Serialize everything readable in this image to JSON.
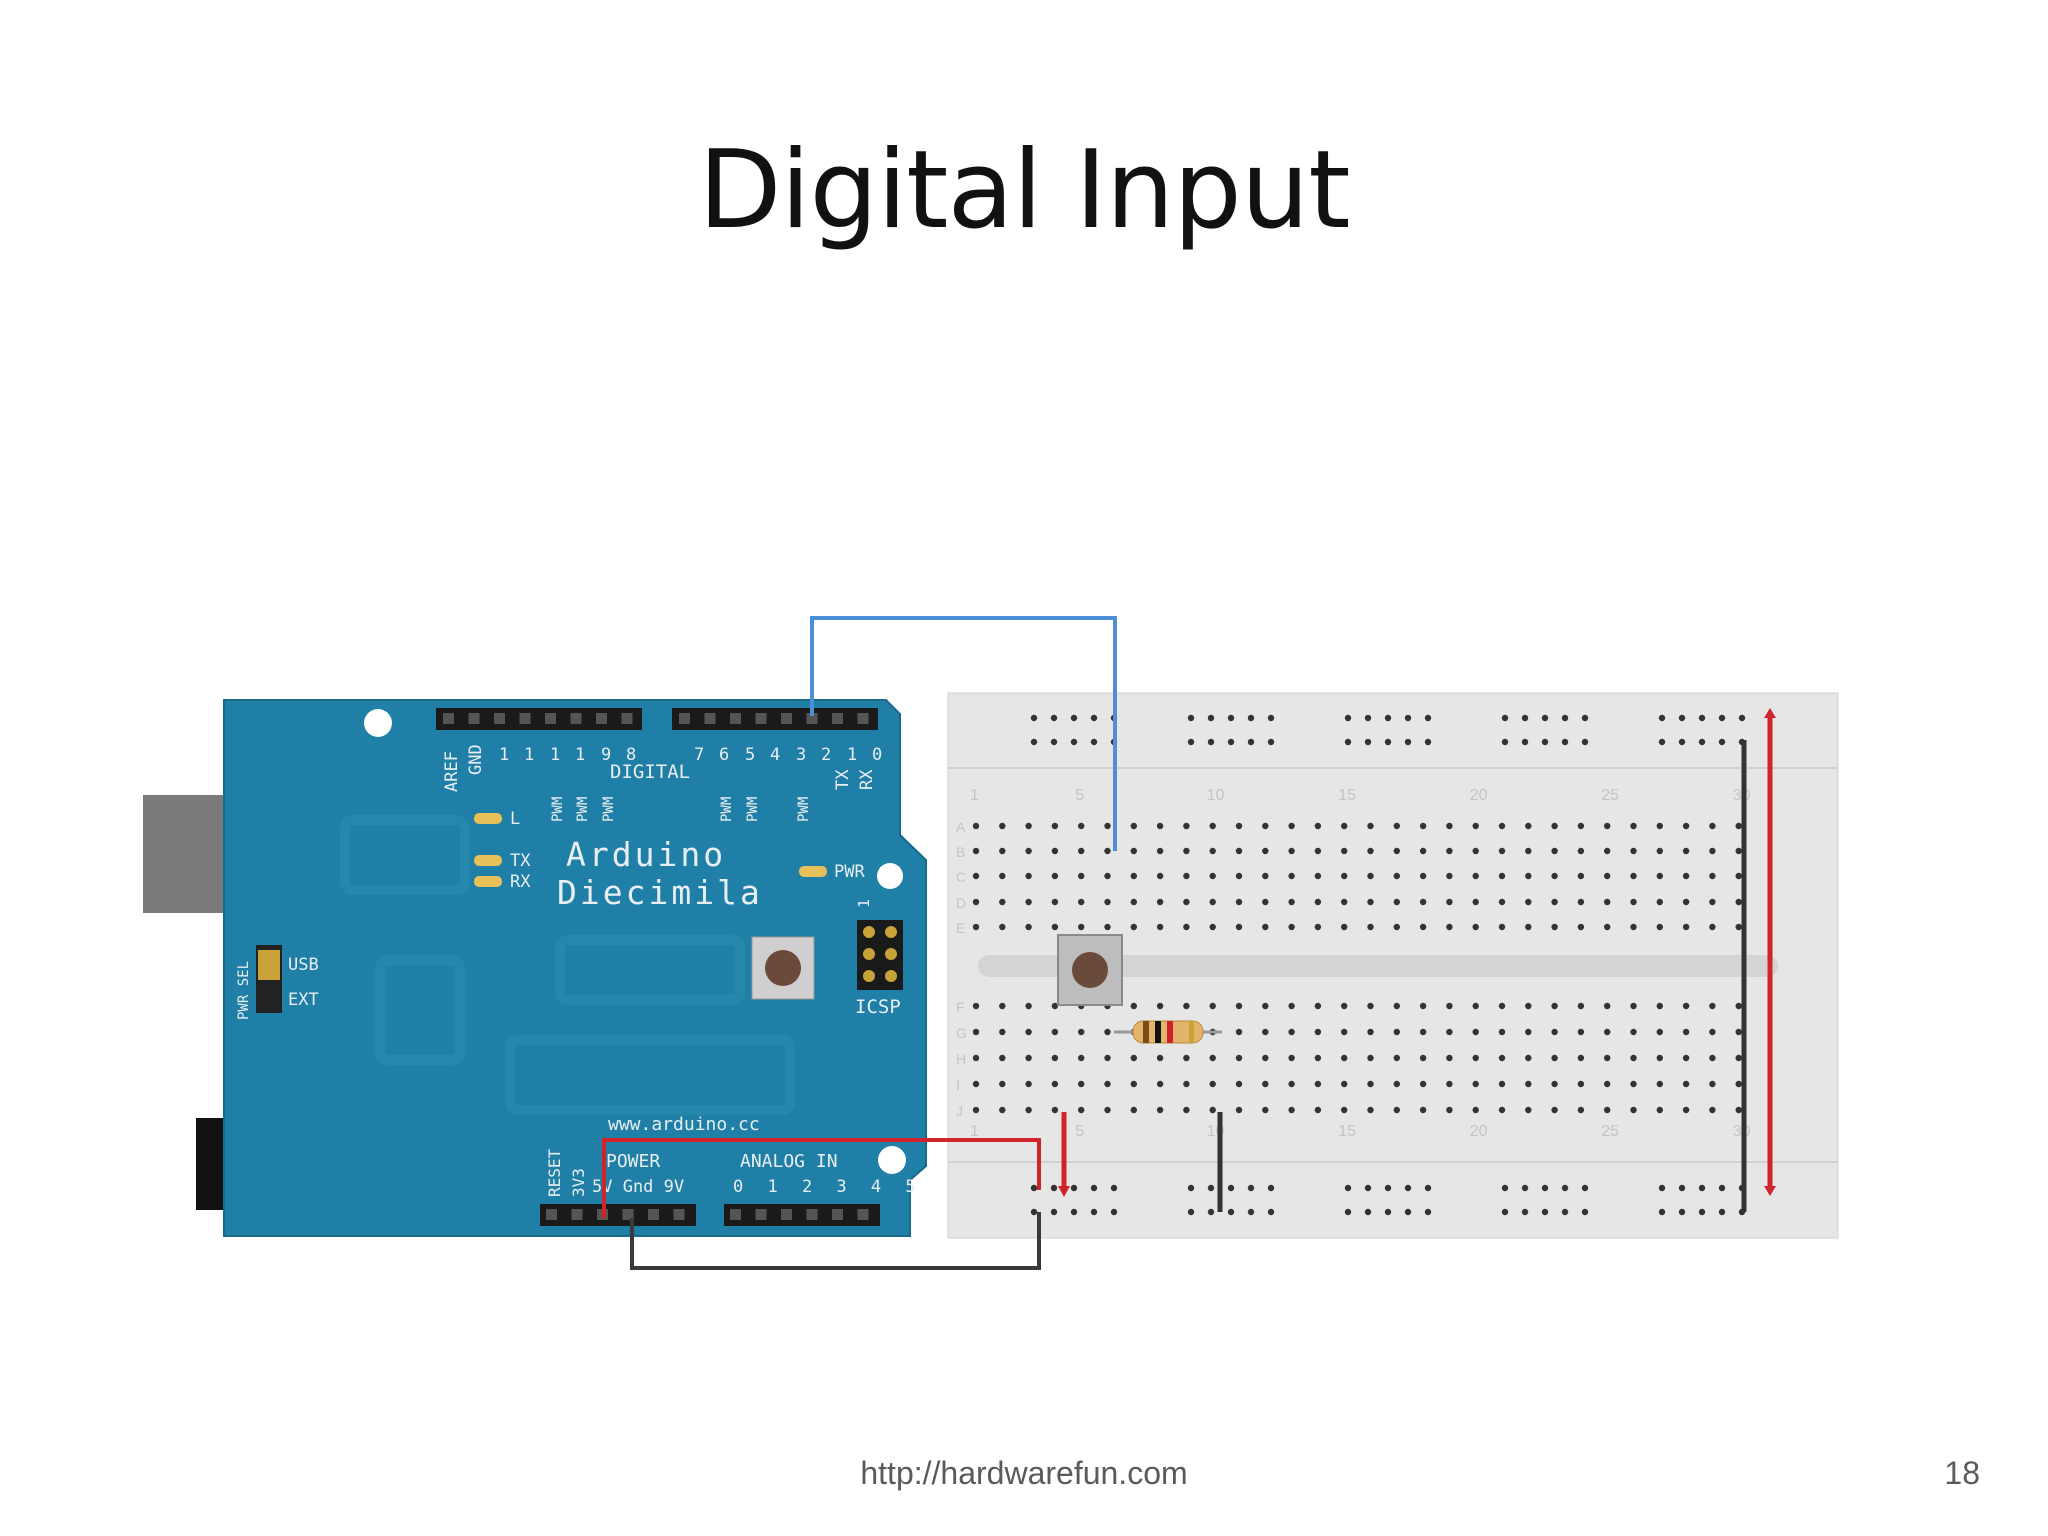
{
  "title": "Digital Input",
  "footer": {
    "url": "http://hardwarefun.com",
    "page": "18"
  },
  "board": {
    "name_line1": "Arduino",
    "name_line2": "Diecimila",
    "site": "www.arduino.cc",
    "digital_label": "DIGITAL",
    "aref": "AREF",
    "gnd": "GND",
    "pin_numbers": [
      "1",
      "1",
      "1",
      "1",
      "9",
      "8",
      "7",
      "6",
      "5",
      "4",
      "3",
      "2",
      "1",
      "0"
    ],
    "txrx": [
      "TX",
      "RX"
    ],
    "pwm": "PWM",
    "led_l": "L",
    "led_tx": "TX",
    "led_rx": "RX",
    "pwr_led": "PWR",
    "icsp": "ICSP",
    "icsp_pin": "1",
    "usb": "USB",
    "ext": "EXT",
    "pwr_sel": "PWR SEL",
    "reset": "RESET",
    "v33": "3V3",
    "power": "POWER",
    "power_pins": "5V Gnd 9V",
    "analog_in": "ANALOG IN",
    "analog_pins": "0 1 2 3 4 5"
  },
  "breadboard": {
    "column_numbers": [
      "1",
      "5",
      "10",
      "15",
      "20",
      "25",
      "30"
    ],
    "row_letters_top": [
      "A",
      "B",
      "C",
      "D",
      "E"
    ],
    "row_letters_bottom": [
      "F",
      "G",
      "H",
      "I",
      "J"
    ]
  },
  "colors": {
    "board": "#1f7fa6",
    "wire_signal": "#4a8fd8",
    "wire_power": "#d0232a",
    "wire_ground": "#3a3a3a",
    "breadboard": "#e6e6e6"
  }
}
